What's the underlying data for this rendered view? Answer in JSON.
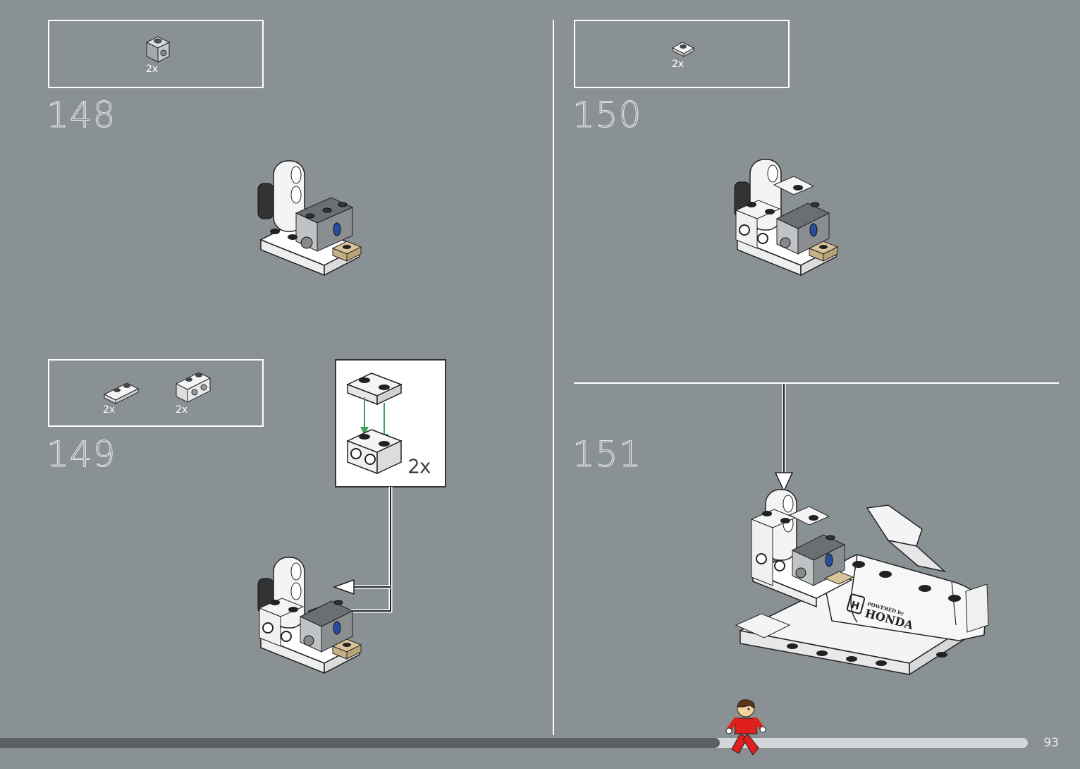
{
  "steps": [
    {
      "number": "148",
      "parts": [
        {
          "qty": "2x",
          "icon": "bracket-brick-icon"
        }
      ]
    },
    {
      "number": "149",
      "parts": [
        {
          "qty": "2x",
          "icon": "plate-1x2-icon"
        },
        {
          "qty": "2x",
          "icon": "brick-1x2-studs-side-icon"
        }
      ],
      "callout_qty": "2x"
    },
    {
      "number": "150",
      "parts": [
        {
          "qty": "2x",
          "icon": "plate-jumper-icon"
        }
      ]
    },
    {
      "number": "151",
      "decal_text": "POWERED by HONDA"
    }
  ],
  "page_number": "93",
  "progress": 0.7,
  "colors": {
    "background": "#8a9195",
    "accent_tan": "#d8c49a",
    "arrow_green": "#3aa35c",
    "minifig_red": "#e0201c",
    "progress_fill": "#5b6063",
    "progress_track": "#d3d7d9"
  }
}
